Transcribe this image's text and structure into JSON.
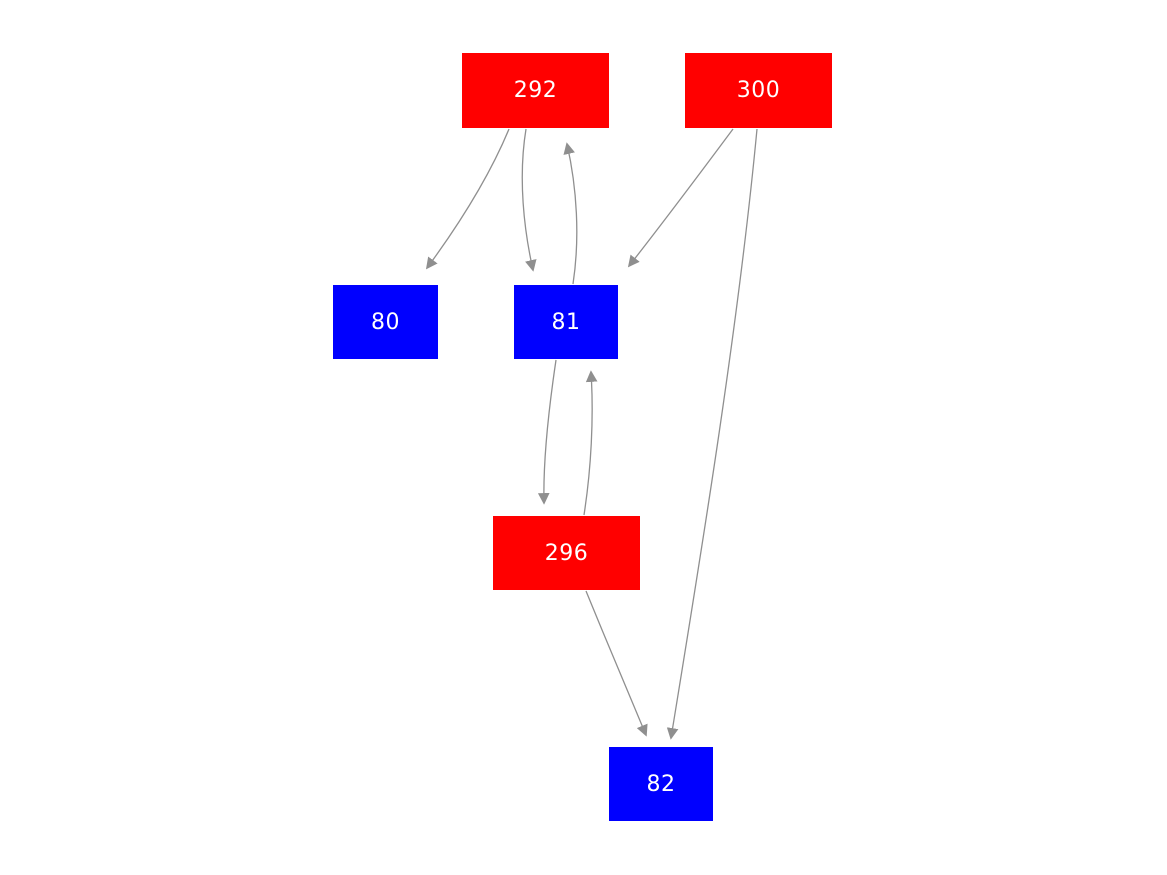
{
  "diagram": {
    "type": "directed-graph",
    "background_color": "#ffffff",
    "edge_color": "#8f8f8f",
    "node_text_color": "#ffffff",
    "node_colors": {
      "red": "#ff0000",
      "blue": "#0000ff"
    },
    "nodes": [
      {
        "id": "292",
        "label": "292",
        "color": "#ff0000"
      },
      {
        "id": "300",
        "label": "300",
        "color": "#ff0000"
      },
      {
        "id": "80",
        "label": "80",
        "color": "#0000ff"
      },
      {
        "id": "81",
        "label": "81",
        "color": "#0000ff"
      },
      {
        "id": "296",
        "label": "296",
        "color": "#ff0000"
      },
      {
        "id": "82",
        "label": "82",
        "color": "#0000ff"
      }
    ],
    "edges": [
      {
        "from": "292",
        "to": "80"
      },
      {
        "from": "292",
        "to": "81"
      },
      {
        "from": "81",
        "to": "292"
      },
      {
        "from": "300",
        "to": "81"
      },
      {
        "from": "300",
        "to": "82"
      },
      {
        "from": "81",
        "to": "296"
      },
      {
        "from": "296",
        "to": "81"
      },
      {
        "from": "296",
        "to": "82"
      }
    ]
  }
}
